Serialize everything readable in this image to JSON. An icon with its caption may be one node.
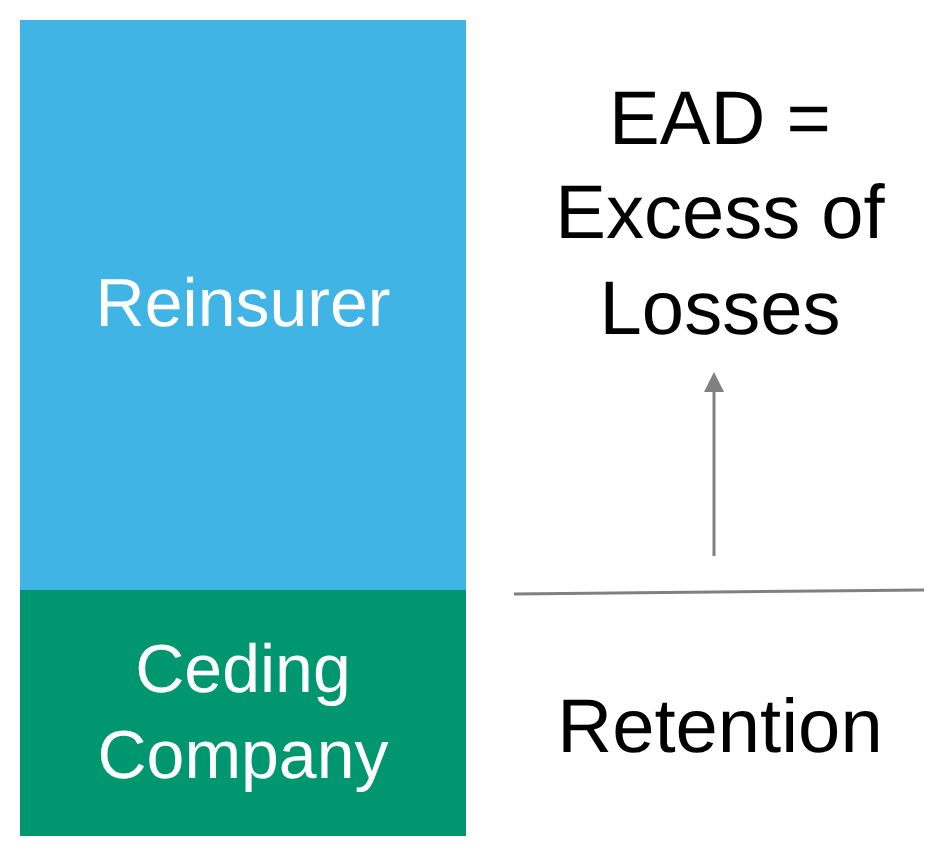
{
  "diagram": {
    "nodes": [
      {
        "text": [
          "Reinsurer"
        ]
      },
      {
        "text": [
          "Ceding Company"
        ]
      },
      {
        "text": [
          "EAD = Excess of Losses"
        ]
      },
      {
        "text": [
          "Retention"
        ]
      }
    ],
    "edges": [
      {
        "from": null,
        "to": 2,
        "arrow": "to"
      }
    ]
  }
}
